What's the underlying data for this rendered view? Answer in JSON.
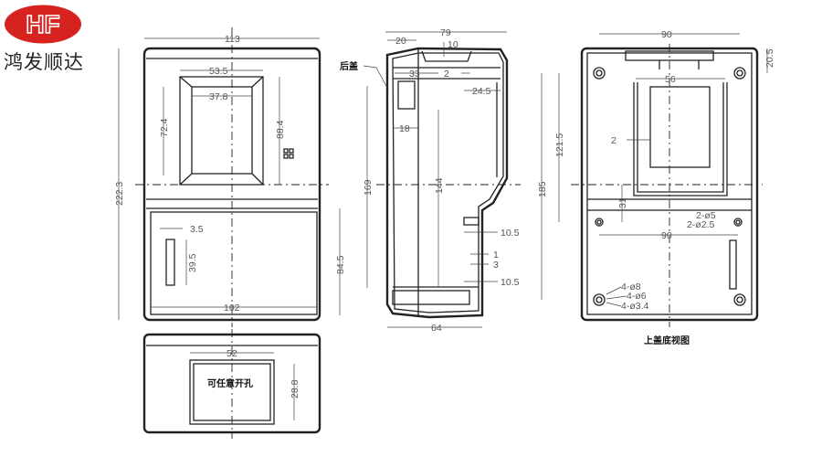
{
  "logo": {
    "mark": "HF",
    "company": "鸿发顺达",
    "color": "#d7231f"
  },
  "front_view": {
    "dims": {
      "width": "113",
      "height": "222.3",
      "win_outer_w": "53.5",
      "win_inner_w": "37.8",
      "win_inner_h": "72.4",
      "win_outer_h": "88.4",
      "slot_w": "3.5",
      "slot_h": "39.5",
      "lower_w": "102",
      "lower_h": "84.5"
    }
  },
  "bottom_view": {
    "dims": {
      "hole_w": "52",
      "hole_h": "28.8"
    },
    "note": "可任意开孔"
  },
  "side_view": {
    "label": "后盖",
    "dims": {
      "depth": "79",
      "top_20": "20",
      "top_10": "10",
      "d33": "33",
      "d2": "2",
      "d24_5": "24.5",
      "d18": "18",
      "h169": "169",
      "h144": "144",
      "d10_5a": "10.5",
      "d1": "1",
      "d3": "3",
      "d10_5b": "10.5",
      "bottom_64": "64"
    }
  },
  "top_cover_view": {
    "title": "上盖底视图",
    "dims": {
      "w90": "90",
      "d20_5": "20.5",
      "w56": "56",
      "d2": "2",
      "h121_5": "121.5",
      "h185": "185",
      "d31": "31",
      "w90b": "90",
      "h185side": "185"
    },
    "holes": {
      "h1": "2-ø5",
      "h2": "2-ø2.5",
      "h3": "4-ø8",
      "h4": "4-ø6",
      "h5": "4-ø3.4"
    }
  }
}
